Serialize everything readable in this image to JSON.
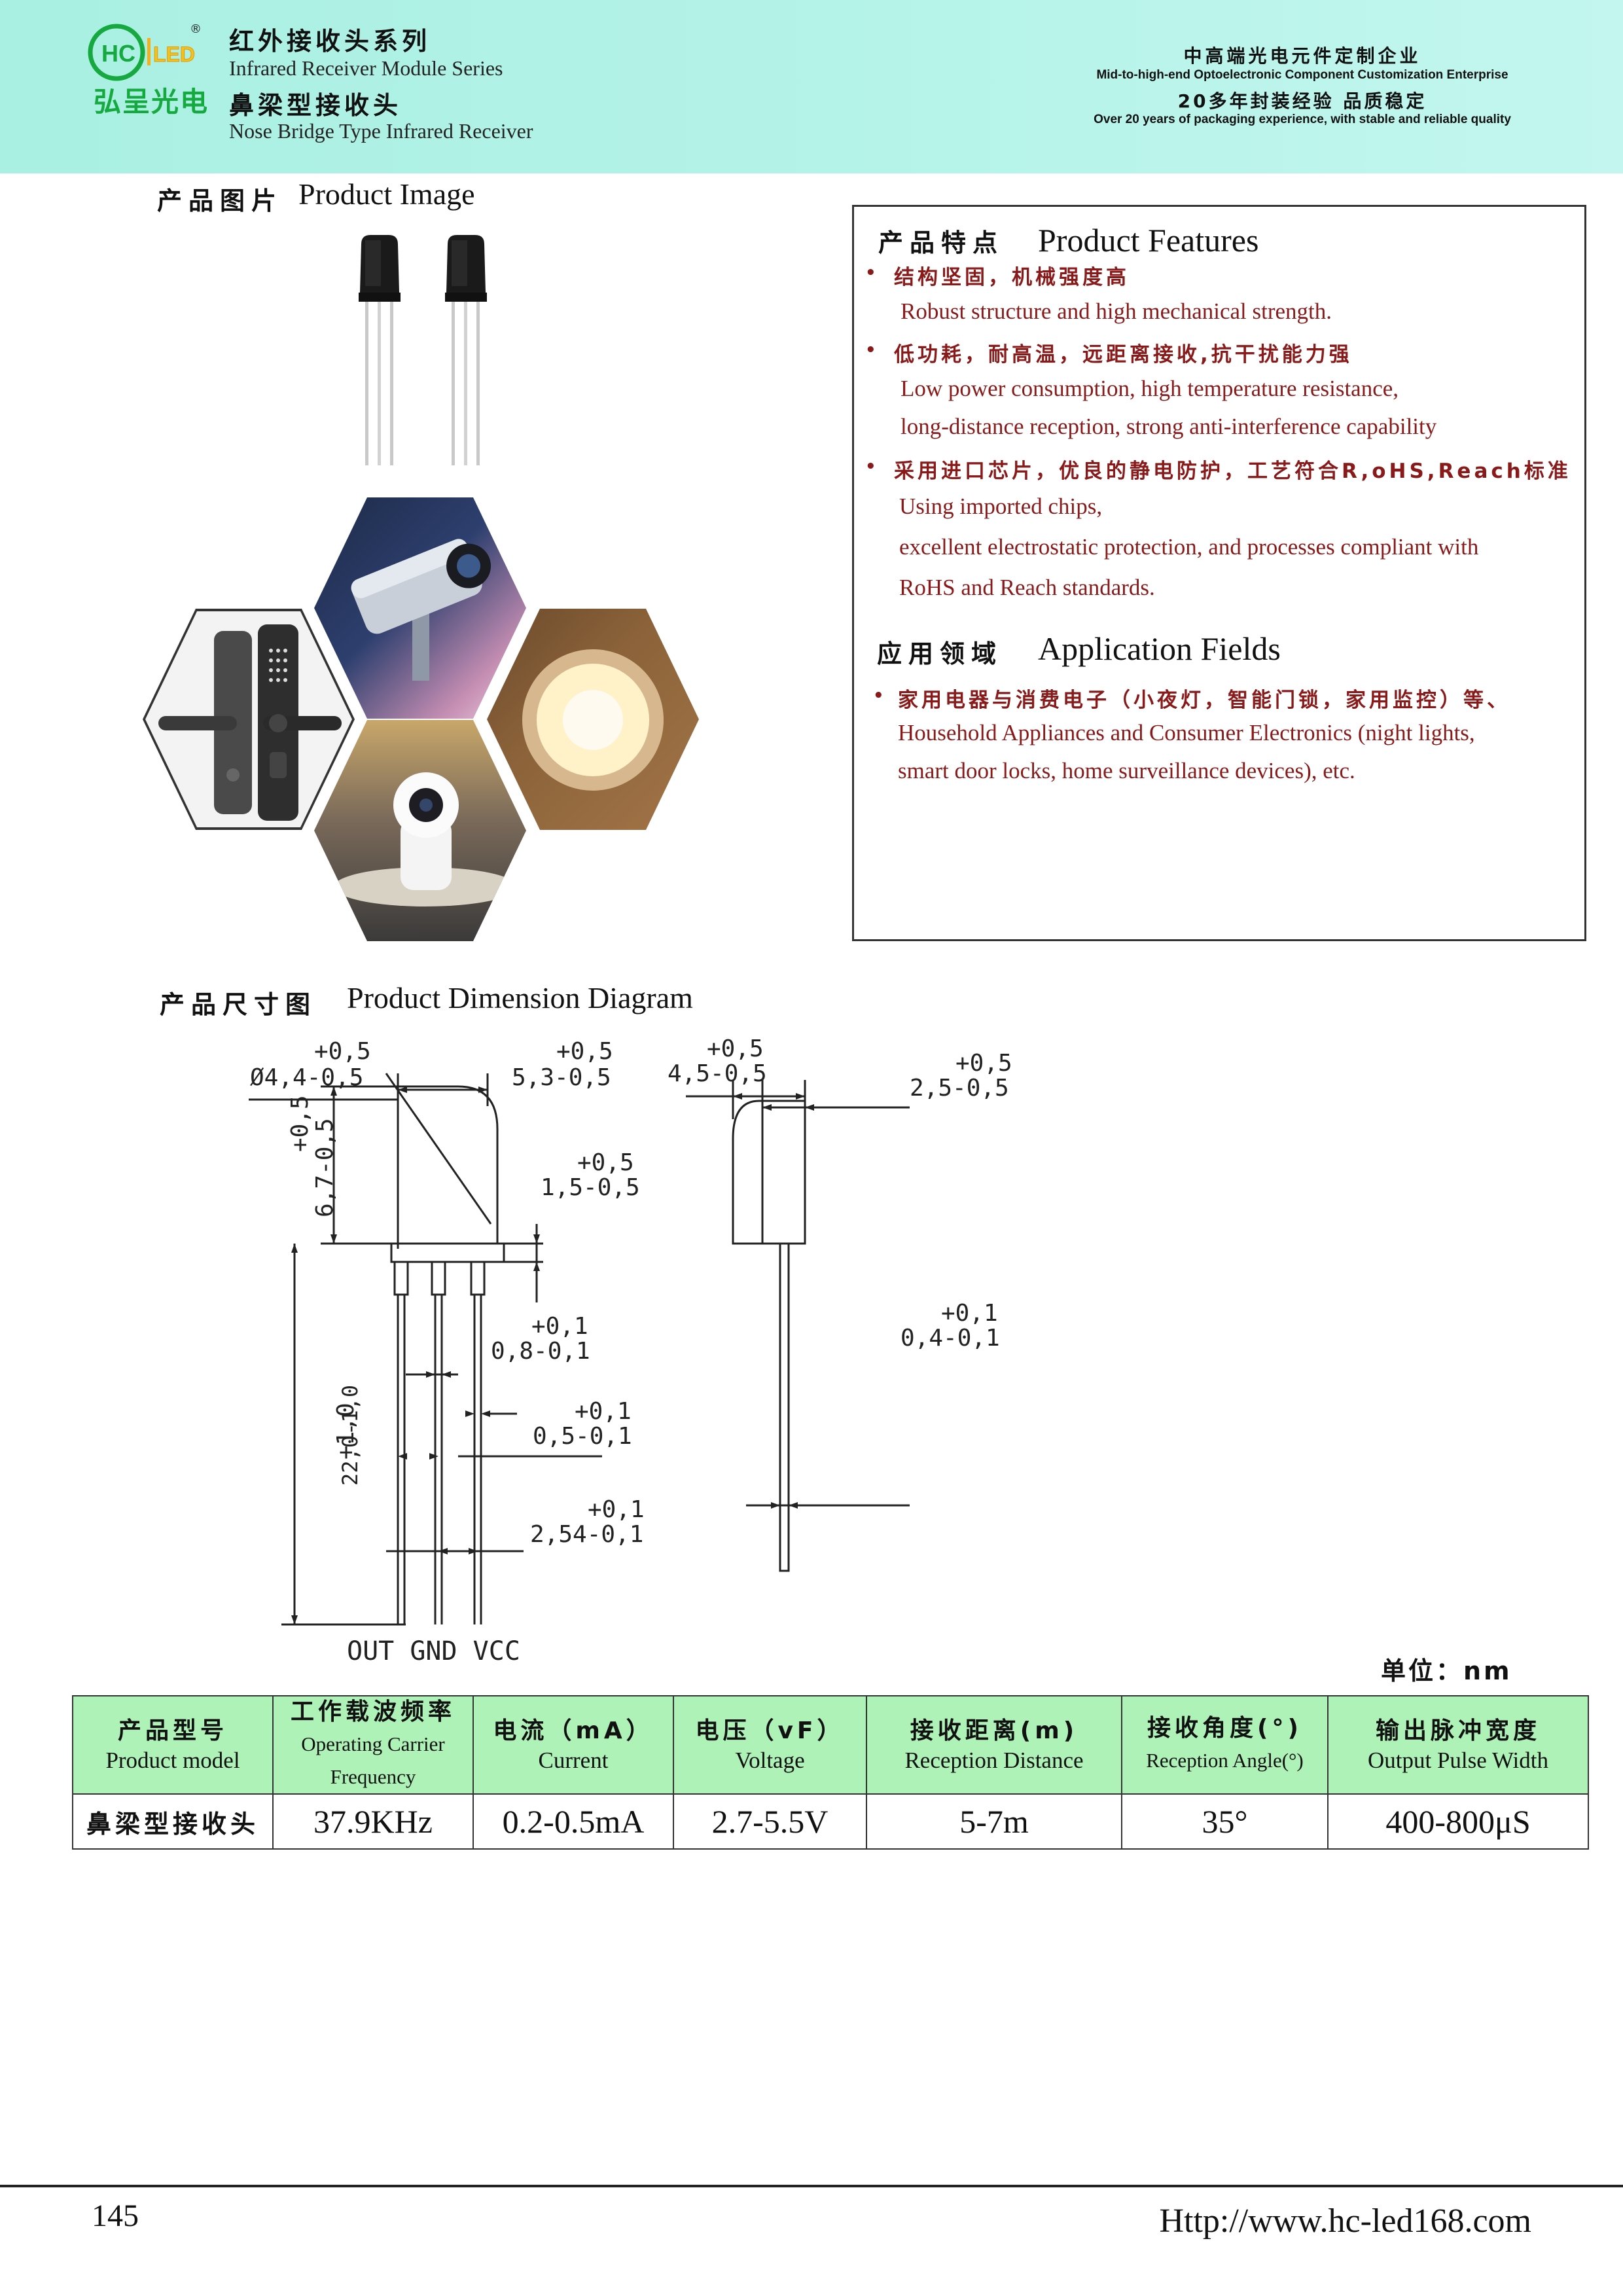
{
  "header": {
    "logo_text": "HC LED",
    "logo_cn": "弘呈光电",
    "series_cn": "红外接收头系列",
    "series_en": "Infrared Receiver Module Series",
    "type_cn": "鼻梁型接收头",
    "type_en": "Nose Bridge Type Infrared Receiver",
    "enterprise_cn": "中高端光电元件定制企业",
    "enterprise_en": "Mid-to-high-end Optoelectronic Component Customization Enterprise",
    "experience_cn": "20多年封装经验 品质稳定",
    "experience_en": "Over 20 years of packaging experience, with stable and reliable quality"
  },
  "product_image": {
    "title_cn": "产品图片",
    "title_en": "Product Image"
  },
  "features": {
    "title_cn": "产品特点",
    "title_en": "Product Features",
    "items": [
      {
        "cn": "结构坚固，机械强度高",
        "en": [
          "Robust structure and high mechanical strength."
        ]
      },
      {
        "cn": "低功耗，耐高温，远距离接收,抗干扰能力强",
        "en": [
          "Low power consumption, high temperature resistance,",
          "long-distance reception, strong anti-interference capability"
        ]
      },
      {
        "cn": "采用进口芯片，优良的静电防护，工艺符合R,oHS,Reach标准",
        "en": [
          "Using imported chips,",
          "excellent electrostatic protection, and processes compliant with",
          "RoHS and Reach standards."
        ]
      }
    ]
  },
  "applications": {
    "title_cn": "应用领域",
    "title_en": "Application Fields",
    "item_cn": "家用电器与消费电子（小夜灯，智能门锁，家用监控）等、",
    "item_en": [
      "Household Appliances and Consumer Electronics (night lights,",
      "smart door locks, home surveillance devices), etc."
    ]
  },
  "dimension": {
    "title_cn": "产品尺寸图",
    "title_en": "Product Dimension Diagram",
    "labels": {
      "dia_tol": "+0,5",
      "dia": "Ø4,4-0,5",
      "w_tol": "+0,5",
      "w": "5,3-0,5",
      "depth_tol": "+0,5",
      "depth": "4,5-0,5",
      "side_tol": "+0,5",
      "side": "2,5-0,5",
      "h_tol": "+0,5",
      "h": "6,7-0,5",
      "step_tol": "+0,5",
      "step": "1,5-0,5",
      "pin_w_tol": "+0,1",
      "pin_w": "0,8-0,1",
      "pin_t_tol": "+0,1",
      "pin_t": "0,5-0,1",
      "pitch_tol": "+0,1",
      "pitch": "2,54-0,1",
      "len_tol": "+1,0",
      "len": "22,0-1,0",
      "side_pin_tol": "+0,1",
      "side_pin": "0,4-0,1"
    },
    "pins": "OUT GND VCC",
    "unit": "单位：nm"
  },
  "spec_table": {
    "headers": [
      {
        "cn": "产品型号",
        "en": "Product model"
      },
      {
        "cn": "工作载波频率",
        "en": "Operating Carrier Frequency"
      },
      {
        "cn": "电流（mA）",
        "en": "Current"
      },
      {
        "cn": "电压（vF）",
        "en": "Voltage"
      },
      {
        "cn": "接收距离(m)",
        "en": "Reception Distance"
      },
      {
        "cn": "接收角度(°)",
        "en": "Reception Angle(°)"
      },
      {
        "cn": "输出脉冲宽度",
        "en": "Output Pulse Width"
      }
    ],
    "row": [
      "鼻梁型接收头",
      "37.9KHz",
      "0.2-0.5mA",
      "2.7-5.5V",
      "5-7m",
      "35°",
      "400-800μS"
    ]
  },
  "footer": {
    "page": "145",
    "url": "Http://www.hc-led168.com"
  },
  "colors": {
    "header_bg": "#b0f1e5",
    "logo_green": "#15a93f",
    "accent_red": "#8a1a1a",
    "table_header": "#aef2b8"
  }
}
